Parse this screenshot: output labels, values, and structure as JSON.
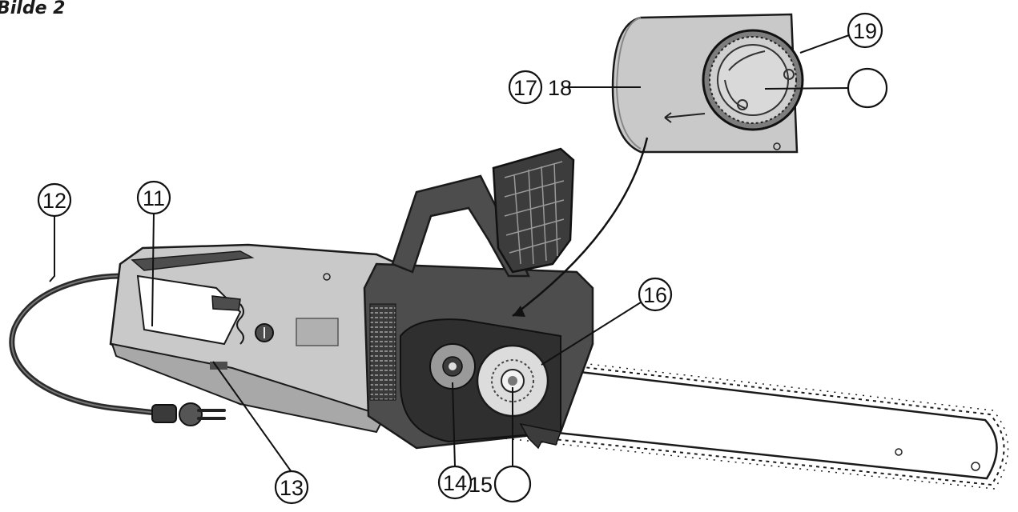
{
  "figure": {
    "title": "Bilde 2",
    "colors": {
      "body_light": "#c9c9c9",
      "body_mid": "#a8a8a8",
      "body_dark": "#4d4d4d",
      "outline": "#1a1a1a",
      "bar": "#ffffff"
    }
  },
  "callouts": [
    {
      "id": "c12",
      "label": "12"
    },
    {
      "id": "c11",
      "label": "11"
    },
    {
      "id": "c13",
      "label": "13"
    },
    {
      "id": "c14",
      "label": "14"
    },
    {
      "id": "c15",
      "label": "15"
    },
    {
      "id": "c16",
      "label": "16"
    },
    {
      "id": "c17",
      "label": "17"
    },
    {
      "id": "c18",
      "label": "18"
    },
    {
      "id": "c19",
      "label": "19"
    },
    {
      "id": "c20",
      "label": ""
    }
  ]
}
